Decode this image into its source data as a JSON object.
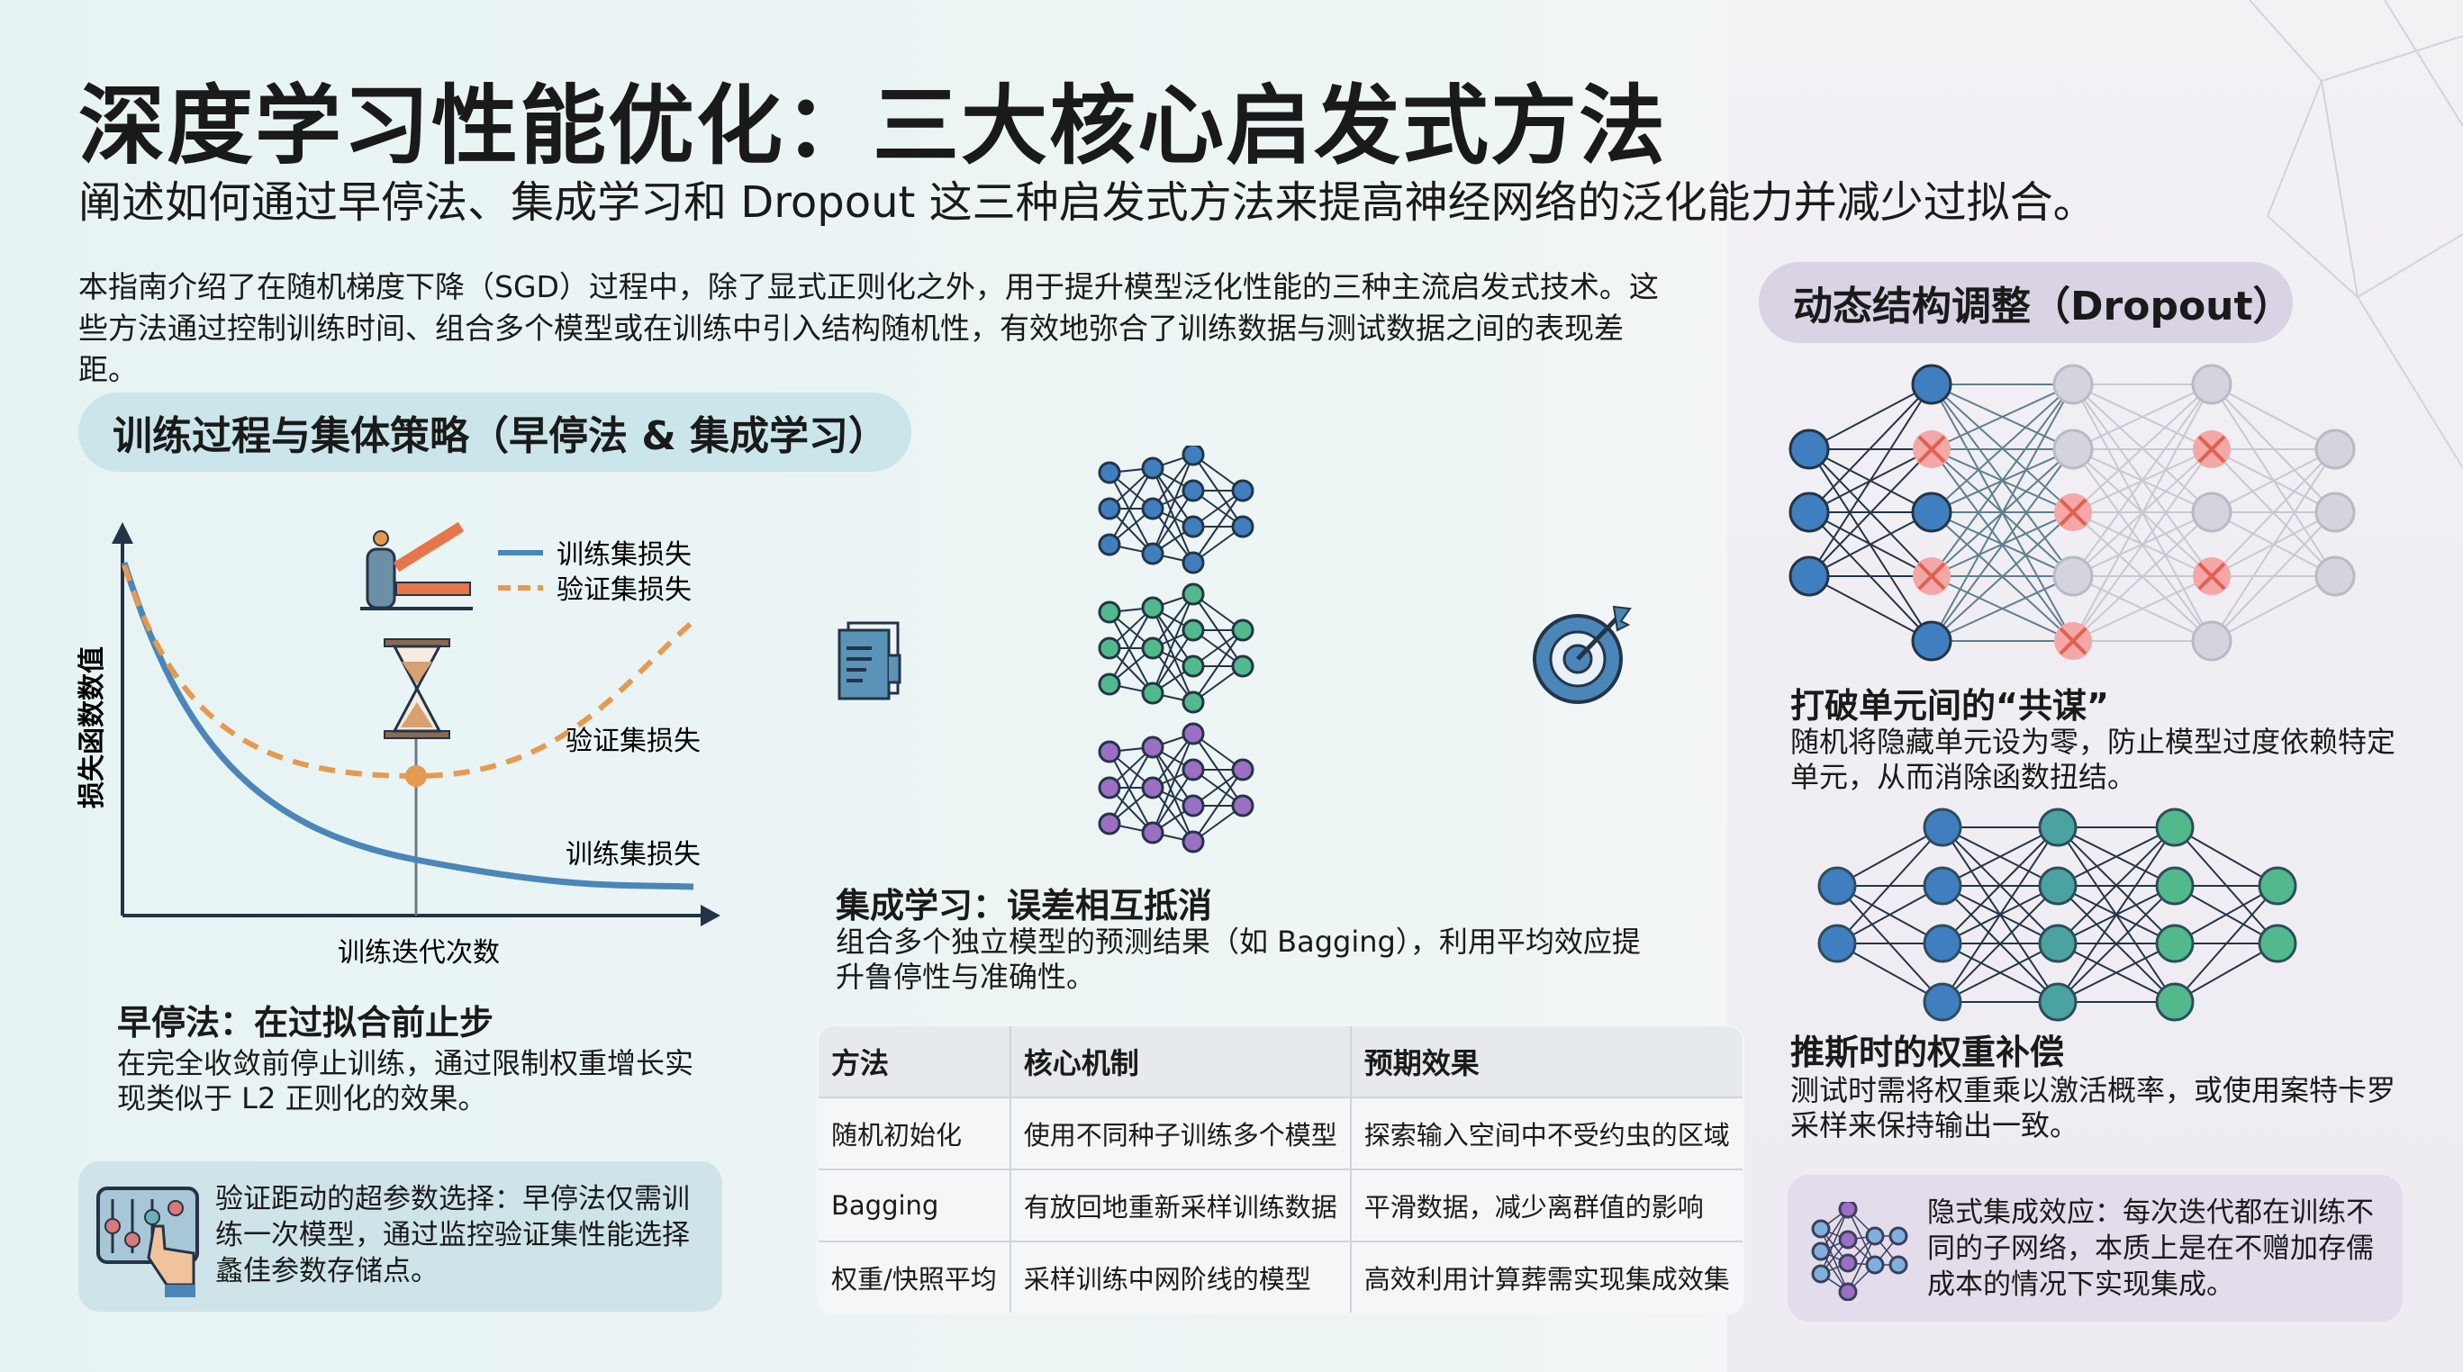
{
  "title": "深度学习性能优化：三大核心启发式方法",
  "subtitle": "阐述如何通过早停法、集成学习和 Dropout 这三种启发式方法来提高神经网络的泛化能力并减少过拟合。",
  "intro": "本指南介绍了在随机梯度下降（SGD）过程中，除了显式正则化之外，用于提升模型泛化性能的三种主流启发式技术。这些方法通过控制训练时间、组合多个模型或在训练中引入结构随机性，有效地弥合了训练数据与测试数据之间的表现差距。",
  "left": {
    "pill": "训练过程与集体策略（早停法 & 集成学习）",
    "chart": {
      "legend_train": "训练集损失",
      "legend_val": "验证集损失",
      "label_val": "验证集损失",
      "label_train": "训练集损失",
      "xlabel": "训练迭代次数",
      "ylabel": "损失函数数值"
    },
    "early_heading": "早停法：在过拟合前止步",
    "early_text": "在完全收敛前停止训练，通过限制权重增长实现类似于 L2 正则化的效果。",
    "callout": "验证距动的超参数选择：早停法仅需训练一次模型，通过监控验证集性能选择蠡佳参数存储点。"
  },
  "middle": {
    "ensemble_heading": "集成学习：误差相互抵消",
    "ensemble_text": "组合多个独立模型的预测结果（如 Bagging），利用平均效应提升鲁停性与准确性。",
    "table": {
      "headers": [
        "方法",
        "核心机制",
        "预期效果"
      ],
      "rows": [
        [
          "随机初始化",
          "使用不同种子训练多个模型",
          "探索输入空间中不受约虫的区域"
        ],
        [
          "Bagging",
          "有放回地重新采样训练数据",
          "平滑数据，减少离群值的影响"
        ],
        [
          "权重/快照平均",
          "采样训练中网阶线的模型",
          "高效利用计算葬需实现集成效集"
        ]
      ]
    }
  },
  "right": {
    "pill": "动态结构调整（Dropout）",
    "h1": "打破单元间的“共谋”",
    "p1": "随机将隐藏单元设为零，防止模型过度依赖特定单元，从而消除函数扭结。",
    "h2": "推斯时的权重补偿",
    "p2": "测试时需将权重乘以激活概率，或使用案特卡罗采样来保持输出一致。",
    "callout": "隐式集成效应：每次迭代都在训练不同的子网络，本质上是在不赠加存儒成本的情况下实现集成。"
  },
  "colors": {
    "blue": "#3f7fbf",
    "orange": "#e59a4f",
    "teal": "#4aa3a0",
    "green": "#52b98c",
    "purple": "#9b6fc4",
    "drop": "#f4a7a7",
    "gray": "#d3d4de"
  }
}
